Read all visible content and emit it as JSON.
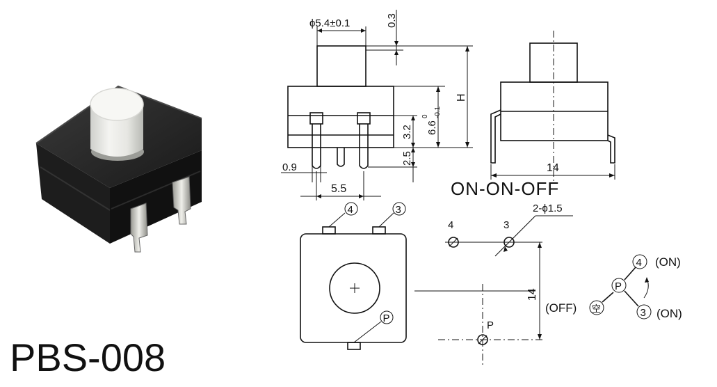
{
  "product": {
    "model": "PBS-008",
    "mode": "ON-ON-OFF"
  },
  "dimensions": {
    "cap_diameter": "ϕ5.4±0.1",
    "cap_gap": "0.3",
    "height": "H",
    "body_height_main": "6.6",
    "body_height_sup": "0",
    "body_height_sub": "-0.1",
    "terminal_upper": "3.2",
    "terminal_lower": "2.5",
    "pin_width": "0.9",
    "pin_pitch": "5.5",
    "body_width": "14",
    "footprint_height": "14",
    "hole_spec": "2-ϕ1.5"
  },
  "pins": {
    "top_view": [
      "4",
      "3",
      "P"
    ],
    "footprint": [
      "4",
      "3",
      "P"
    ]
  },
  "schematic": {
    "common": "P",
    "pos_a_pin": "4",
    "pos_a_state": "(ON)",
    "pos_b_pin": "3",
    "pos_b_state": "(ON)",
    "off_glyph": "空",
    "off_state": "(OFF)"
  }
}
